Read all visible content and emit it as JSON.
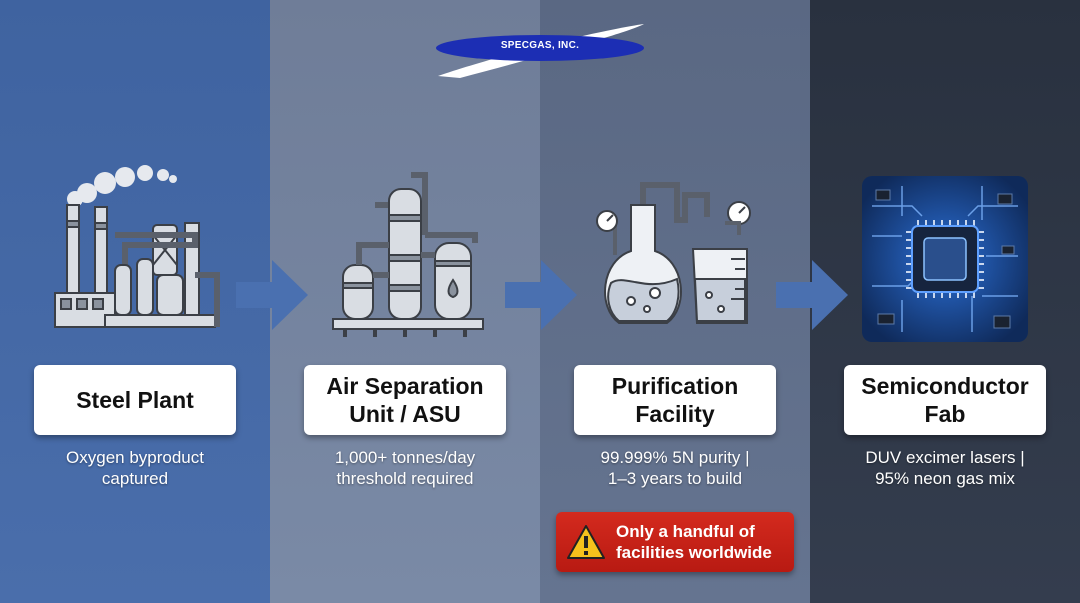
{
  "logo": {
    "text": "SPECGAS, INC."
  },
  "stages": [
    {
      "title_lines": [
        "Steel Plant"
      ],
      "desc_lines": [
        "Oxygen byproduct",
        "captured"
      ],
      "icon": "steel-plant-icon"
    },
    {
      "title_lines": [
        "Air Separation",
        "Unit / ASU"
      ],
      "desc_lines": [
        "1,000+ tonnes/day",
        "threshold required"
      ],
      "icon": "air-separation-unit-icon"
    },
    {
      "title_lines": [
        "Purification",
        "Facility"
      ],
      "desc_lines": [
        "99.999% 5N purity |",
        "1–3 years to build"
      ],
      "icon": "purification-flask-icon"
    },
    {
      "title_lines": [
        "Semiconductor",
        "Fab"
      ],
      "desc_lines": [
        "DUV excimer lasers |",
        "95% neon gas mix"
      ],
      "icon": "microchip-icon"
    }
  ],
  "warning": {
    "lines": [
      "Only a handful of",
      "facilities worldwide"
    ],
    "icon": "warning-triangle-icon"
  },
  "colors": {
    "panel_1": "#4a6eab",
    "panel_2": "#7a8aa6",
    "panel_3": "#657490",
    "panel_4": "#343d4e",
    "arrow": "#4a70b0",
    "warning": "#c8221a",
    "logo": "#1c2eb4"
  }
}
